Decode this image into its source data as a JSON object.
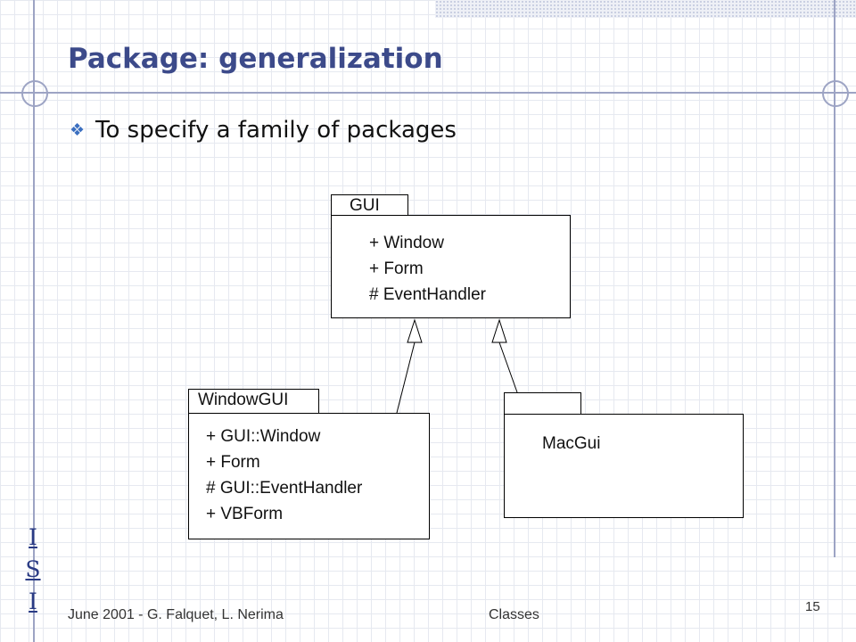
{
  "slide": {
    "title": "Package: generalization",
    "bullet": "To specify a family of packages",
    "bullet_icon": "diamond-bullet-icon"
  },
  "diagram": {
    "packages": [
      {
        "name": "GUI",
        "members": [
          "+ Window",
          "+ Form",
          "# EventHandler"
        ]
      },
      {
        "name": "WindowGUI",
        "members": [
          "+ GUI::Window",
          "+ Form",
          "# GUI::EventHandler",
          "+ VBForm"
        ]
      },
      {
        "name": "",
        "body_label": "MacGui",
        "members": []
      }
    ],
    "generalizations": [
      {
        "from": "WindowGUI",
        "to": "GUI"
      },
      {
        "from": "MacGui",
        "to": "GUI"
      }
    ]
  },
  "logo": {
    "letters": [
      "I",
      "S",
      "I"
    ]
  },
  "footer": {
    "left": "June 2001 - G. Falquet, L. Nerima",
    "center": "Classes",
    "page": "15"
  },
  "colors": {
    "title": "#3c4a8a",
    "frame": "#9da4c4",
    "accent": "#3b6fc0"
  }
}
